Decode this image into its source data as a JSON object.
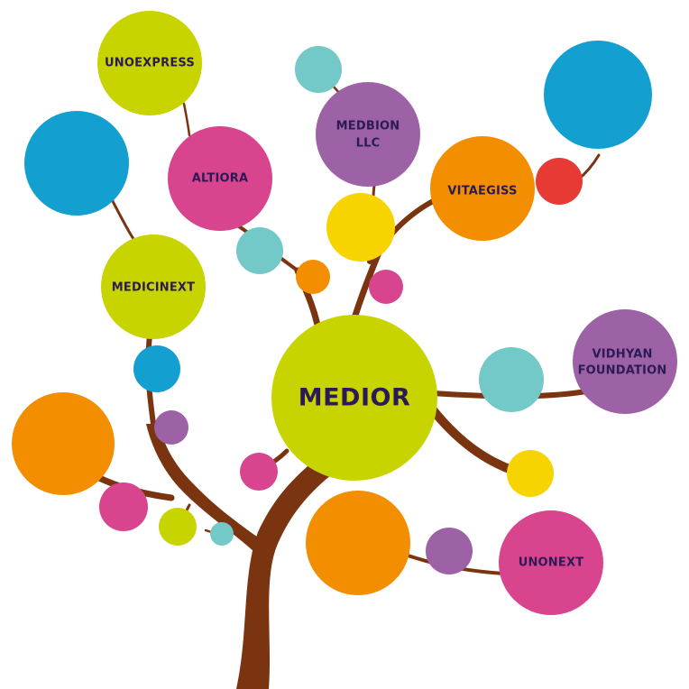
{
  "colors": {
    "trunk": "#7a3410",
    "lime": "#c8d400",
    "blue": "#139fcf",
    "magenta": "#d9448f",
    "purple": "#9c62a5",
    "teal": "#72c9c7",
    "orange": "#f28e00",
    "yellow": "#f7d400",
    "red": "#e83a34",
    "label": "#2b1a55"
  },
  "nodes": {
    "medior": "MEDIOR",
    "unoexpress": "UNOEXPRESS",
    "altiora": "ALTIORA",
    "medbion_1": "MEDBION",
    "medbion_2": "LLC",
    "vitaegiss": "VITAEGISS",
    "medicinext": "MEDICINEXT",
    "vidhyan_1": "VIDHYAN",
    "vidhyan_2": "FOUNDATION",
    "unonext": "UNONEXT"
  }
}
